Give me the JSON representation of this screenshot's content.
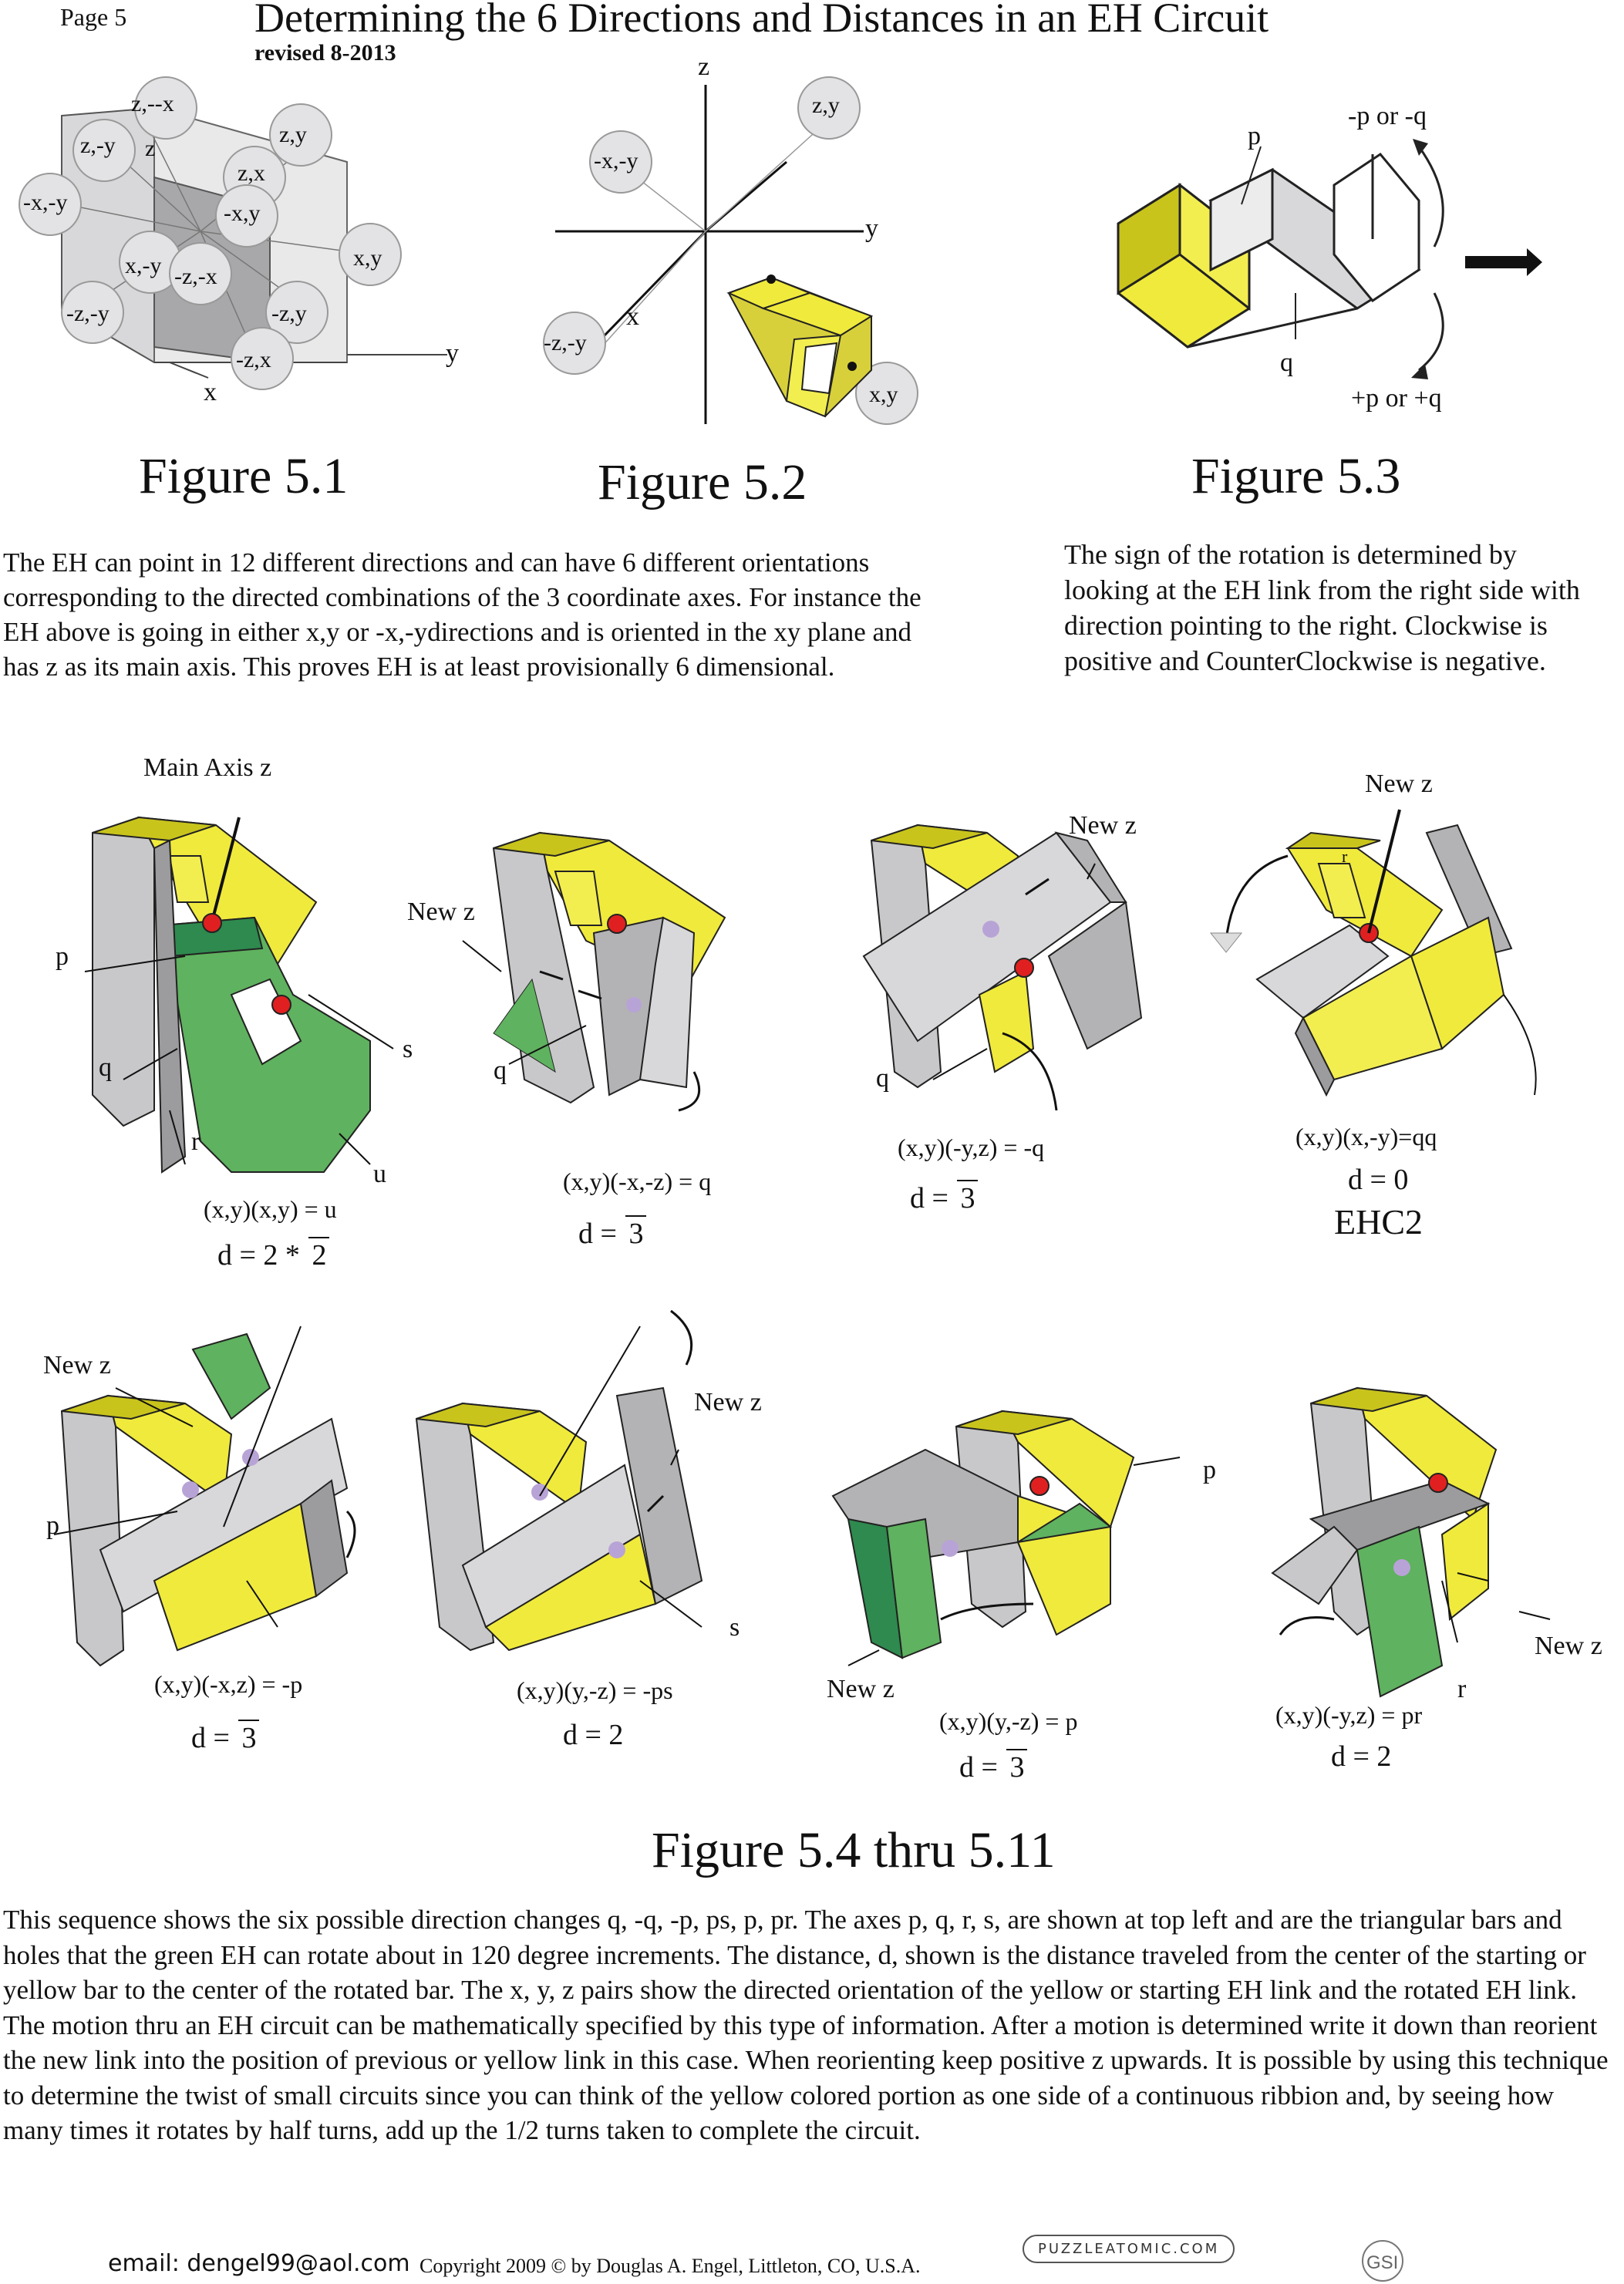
{
  "header": {
    "page": "Page 5",
    "title": "Determining the 6 Directions and Distances in an EH Circuit",
    "revised": "revised 8-2013"
  },
  "fig51": {
    "caption": "Figure 5.1",
    "circles": [
      "z,--x",
      "z,-y",
      "z",
      "z,y",
      "z,x",
      "-x,y",
      "-x,-y",
      "x,-y",
      "-z,-x",
      "x,y",
      "-z,y",
      "-z,-y",
      "-z,x"
    ],
    "axis_y": "y",
    "axis_x": "x"
  },
  "fig52": {
    "caption": "Figure 5.2",
    "axis_z": "z",
    "axis_y": "y",
    "axis_x": "x",
    "circles": [
      "z,y",
      "-x,-y",
      "-z,-y",
      "x,y"
    ]
  },
  "fig53": {
    "caption": "Figure 5.3",
    "p": "p",
    "q": "q",
    "neg": "-p or -q",
    "pos": "+p or +q"
  },
  "para1": "The EH can point in 12 different directions and can have 6 different orientations corresponding to the directed combinations of the 3 coordinate axes.  For instance the EH above is going in either x,y or -x,-ydirections and is oriented in the xy plane and has z as its main axis.  This proves EH is at least provisionally 6 dimensional.",
  "para2": "The sign of the rotation is determined by looking at the EH link from the right side with direction pointing to the right. Clockwise is positive and CounterClockwise is negative.",
  "figs": [
    {
      "eq": "(x,y)(x,y) = u",
      "d": "d = 2 *",
      "rad": "2",
      "labels": {
        "main": "Main Axis z",
        "p": "p",
        "q": "q",
        "r": "r",
        "s": "s",
        "u": "u"
      }
    },
    {
      "eq": "(x,y)(-x,-z) = q",
      "d": "d =",
      "rad": "3",
      "labels": {
        "newz": "New z",
        "q": "q"
      }
    },
    {
      "eq": "(x,y)(-y,z) = -q",
      "d": "d =",
      "rad": "3",
      "labels": {
        "newz": "New z",
        "q": "q"
      }
    },
    {
      "eq": "(x,y)(x,-y)=qq",
      "d": "d =  0",
      "rad": "",
      "extra": "EHC2",
      "labels": {
        "newz": "New z",
        "r": "r"
      }
    },
    {
      "eq": "(x,y)(-x,z) = -p",
      "d": "d =",
      "rad": "3",
      "labels": {
        "newz": "New z",
        "p": "p"
      }
    },
    {
      "eq": "(x,y)(y,-z) = -ps",
      "d": "d =  2",
      "rad": "",
      "labels": {
        "newz": "New z",
        "s": "s"
      }
    },
    {
      "eq": "(x,y)(y,-z) = p",
      "d": "d =",
      "rad": "3",
      "labels": {
        "newz": "New z",
        "p": "p"
      }
    },
    {
      "eq": "(x,y)(-y,z) = pr",
      "d": "d =  2",
      "rad": "",
      "labels": {
        "newz": "New z",
        "r": "r"
      }
    }
  ],
  "fig_seq_caption": "Figure 5.4 thru 5.11",
  "para3": "This sequence shows the six possible direction changes q, -q, -p, ps, p, pr.  The axes p, q, r, s, are shown at top left and are the triangular bars and holes that the green EH can rotate about in 120 degree increments.  The distance, d, shown is the distance traveled from the center of the starting or yellow bar to the center of the rotated bar.  The x, y, z pairs show the directed orientation of the yellow or starting EH link  and the rotated EH link.  The motion thru an EH circuit can be mathematically specified by this type of information.  After a motion is determined write it down than reorient the new link into the position of previous or yellow link in this case.  When reorienting keep positive z upwards.  It is possible by using this technique to determine the twist of small circuits since you can think of the yellow colored portion as  one side of a continuous ribbion and, by seeing how many times it rotates by half turns, add up the 1/2 turns taken to complete the circuit.",
  "footer": {
    "email": "email: dengel99@aol.com",
    "copyright": "Copyright 2009 © by Douglas A. Engel, Littleton, CO, U.S.A.",
    "logo": "PUZZLEATOMIC.COM",
    "gsi": "GSI"
  },
  "colors": {
    "yellow": "#f0ea3c",
    "dark_yellow": "#c9c41c",
    "gray": "#c8c8ca",
    "dark_gray": "#9c9c9e",
    "green": "#5fb25f",
    "dark_green": "#2e8a4e",
    "red": "#e02020",
    "purple": "#b8a3d6"
  }
}
